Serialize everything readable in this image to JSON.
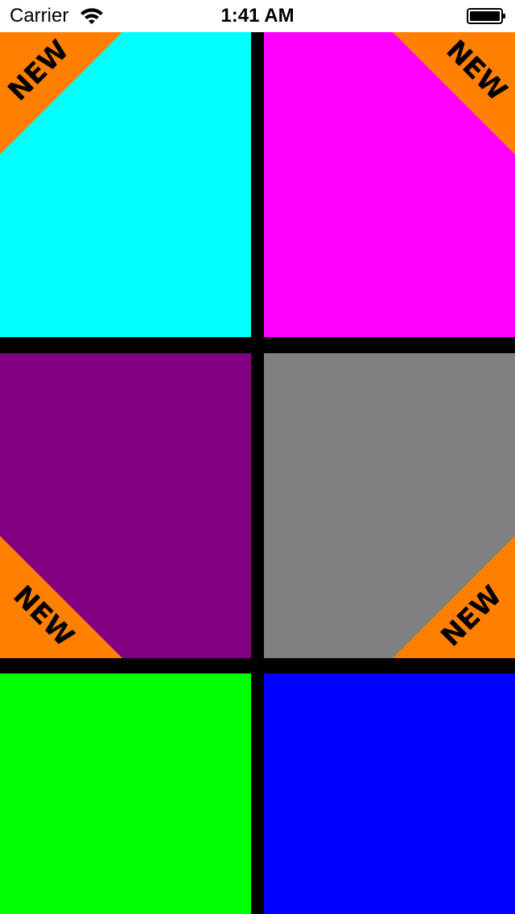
{
  "status_bar": {
    "carrier": "Carrier",
    "time": "1:41 AM",
    "wifi_icon": "wifi-icon",
    "battery_icon": "battery-icon"
  },
  "tiles": [
    {
      "name": "cyan",
      "color": "#00FFFF",
      "badge": "NEW",
      "badge_corner": "top-left"
    },
    {
      "name": "magenta",
      "color": "#FF00FF",
      "badge": "NEW",
      "badge_corner": "top-right"
    },
    {
      "name": "purple",
      "color": "#800080",
      "badge": "NEW",
      "badge_corner": "bottom-left"
    },
    {
      "name": "gray",
      "color": "#808080",
      "badge": "NEW",
      "badge_corner": "bottom-right"
    },
    {
      "name": "green",
      "color": "#00FF00"
    },
    {
      "name": "blue",
      "color": "#0000FF"
    }
  ],
  "badge_color": "#FF8000"
}
